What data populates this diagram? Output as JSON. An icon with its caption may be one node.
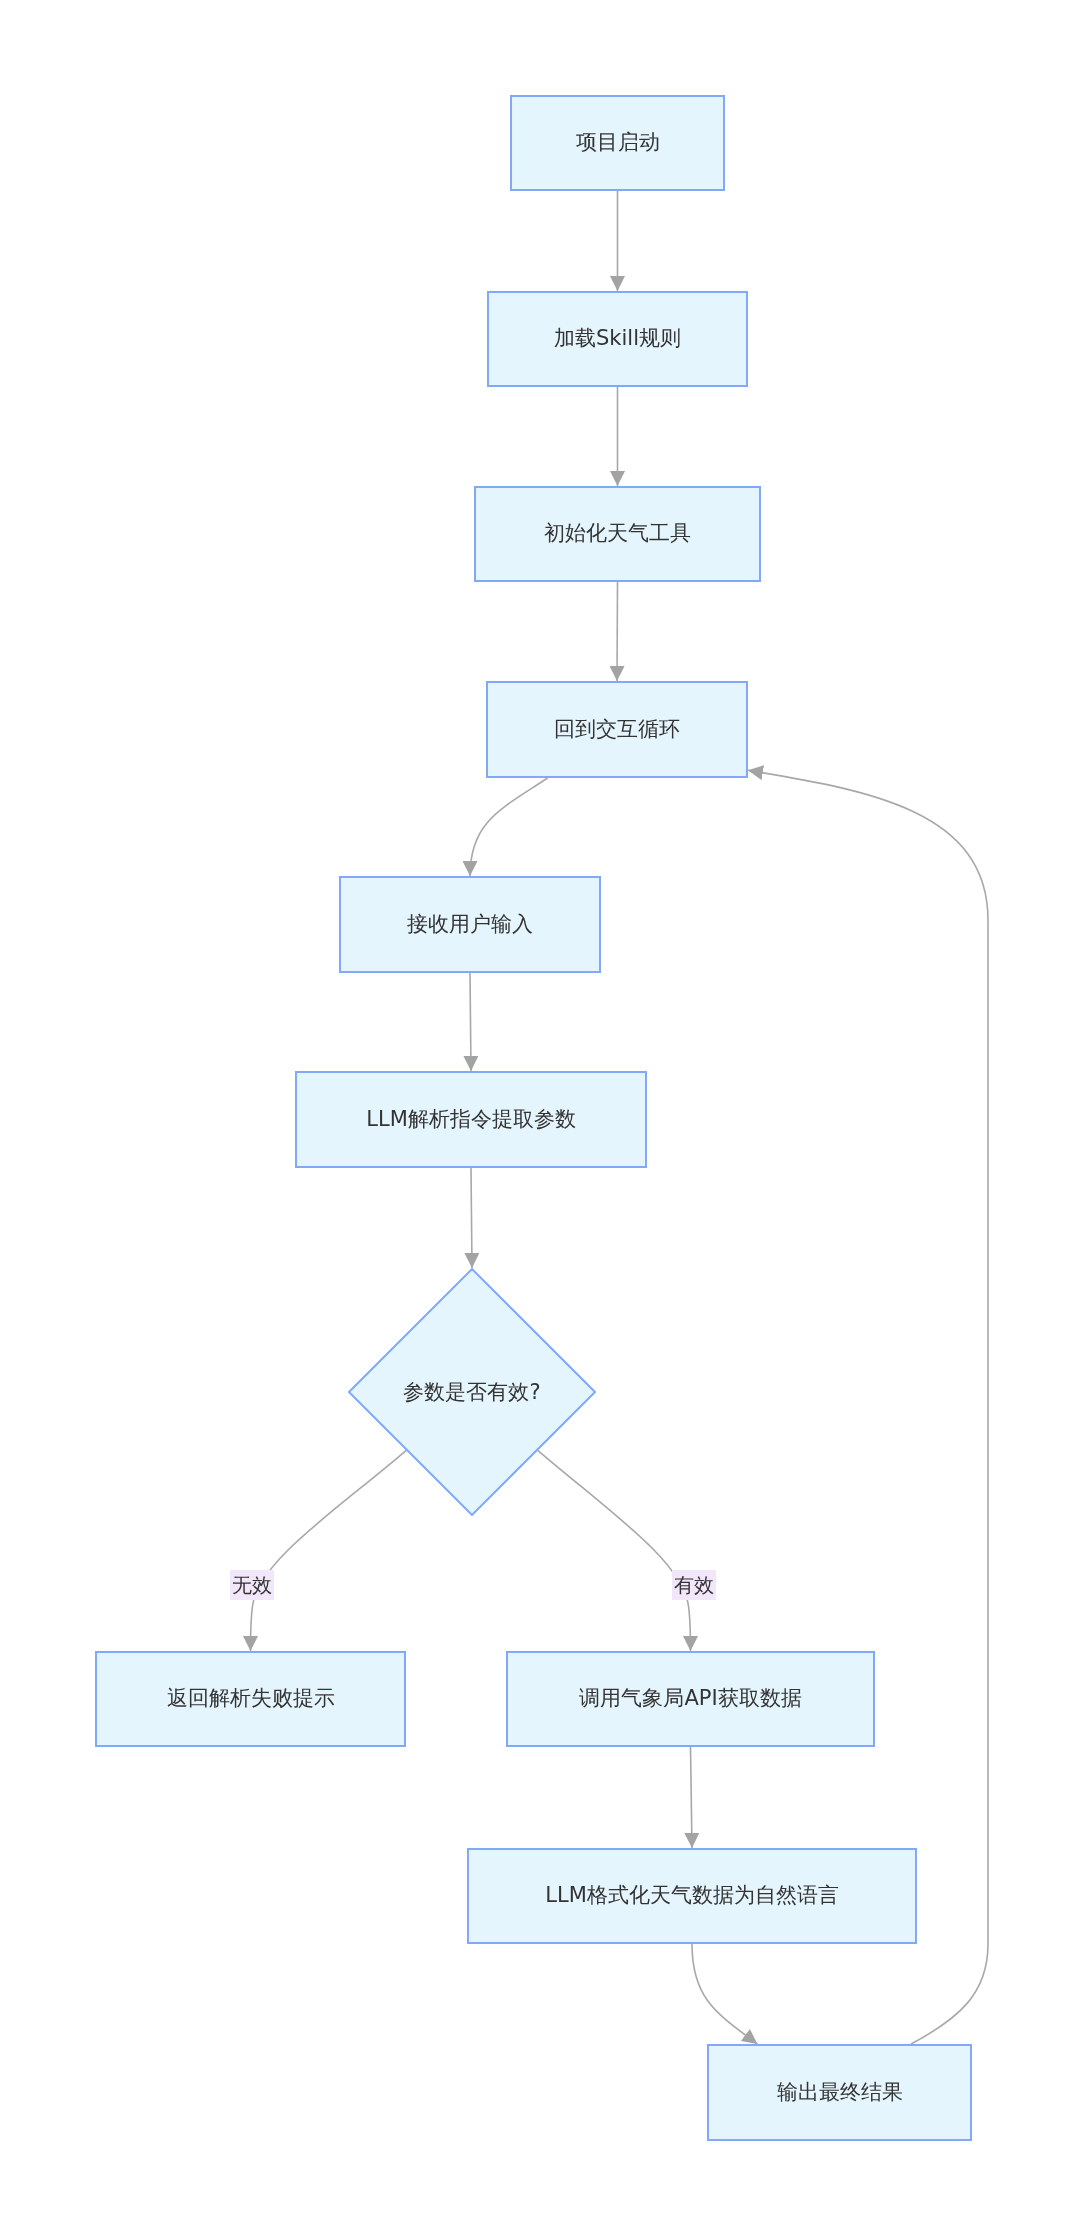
{
  "diagram": {
    "nodes": [
      {
        "text": [
          "项目启动"
        ]
      },
      {
        "text": [
          "加载Skill规则"
        ]
      },
      {
        "text": [
          "初始化天气工具"
        ]
      },
      {
        "text": [
          "回到交互循环"
        ]
      },
      {
        "text": [
          "接收用户输入"
        ]
      },
      {
        "text": [
          "LLM解析指令提取参数"
        ]
      },
      {
        "text": [
          "参数是否有效?"
        ]
      },
      {
        "text": [
          "返回解析失败提示"
        ]
      },
      {
        "text": [
          "调用气象局API获取数据"
        ]
      },
      {
        "text": [
          "LLM格式化天气数据为自然语言"
        ]
      },
      {
        "text": [
          "输出最终结果"
        ]
      }
    ],
    "edges": [
      {
        "from": 0,
        "to": 1,
        "arrow": "to"
      },
      {
        "from": 1,
        "to": 2,
        "arrow": "to"
      },
      {
        "from": 2,
        "to": 3,
        "arrow": "to"
      },
      {
        "from": 3,
        "to": 4,
        "arrow": "to"
      },
      {
        "from": 4,
        "to": 5,
        "arrow": "to"
      },
      {
        "from": 5,
        "to": 6,
        "arrow": "to"
      },
      {
        "from": 6,
        "to": 7,
        "arrow": "to",
        "label": "无效"
      },
      {
        "from": 6,
        "to": 8,
        "arrow": "to",
        "label": "有效"
      },
      {
        "from": 8,
        "to": 9,
        "arrow": "to"
      },
      {
        "from": 9,
        "to": 10,
        "arrow": "to"
      },
      {
        "from": 10,
        "to": 3,
        "arrow": "to"
      }
    ]
  }
}
